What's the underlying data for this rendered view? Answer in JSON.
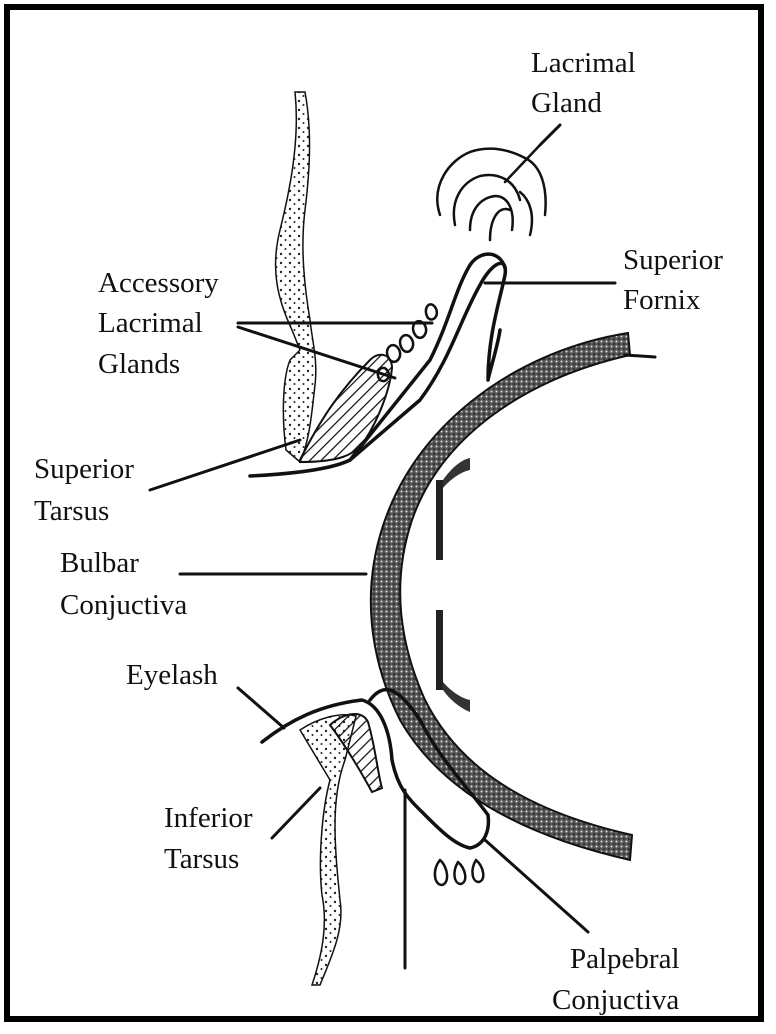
{
  "labels": {
    "lacrimal_gland": [
      "Lacrimal",
      "Gland"
    ],
    "superior_fornix": [
      "Superior",
      "Fornix"
    ],
    "accessory_lacrimal_glands": [
      "Accessory",
      "Lacrimal",
      "Glands"
    ],
    "superior_tarsus": [
      "Superior",
      "Tarsus"
    ],
    "bulbar_conjuctiva": [
      "Bulbar",
      "Conjuctiva"
    ],
    "eyelash": [
      "Eyelash"
    ],
    "inferior_tarsus": [
      "Inferior",
      "Tarsus"
    ],
    "palpebral_conjuctiva": [
      "Palpebral",
      "Conjuctiva"
    ]
  }
}
